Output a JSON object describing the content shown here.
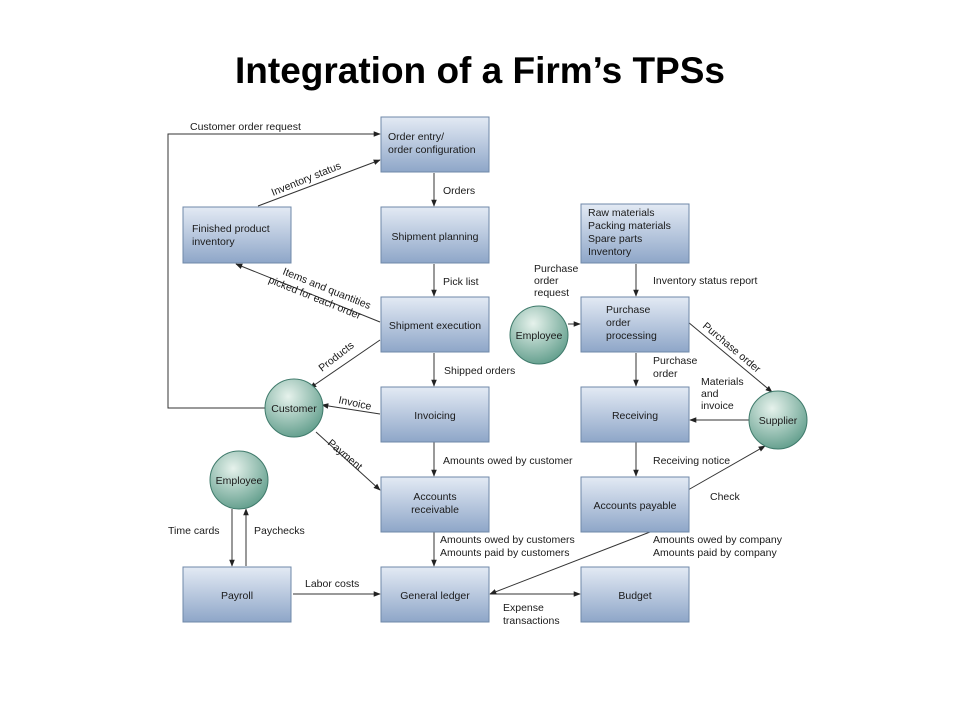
{
  "title": "Integration of a Firm’s TPSs",
  "nodes": {
    "order_entry": [
      "Order entry/",
      "order configuration"
    ],
    "finished_inventory": [
      "Finished product",
      "inventory"
    ],
    "shipment_planning": [
      "Shipment planning"
    ],
    "shipment_execution": [
      "Shipment execution"
    ],
    "invoicing": [
      "Invoicing"
    ],
    "accounts_receivable": [
      "Accounts",
      "receivable"
    ],
    "general_ledger": [
      "General ledger"
    ],
    "budget": [
      "Budget"
    ],
    "payroll": [
      "Payroll"
    ],
    "raw_materials": [
      "Raw materials",
      "Packing materials",
      "Spare parts",
      "Inventory"
    ],
    "purchase_order_processing": [
      "Purchase",
      "order",
      "processing"
    ],
    "receiving": [
      "Receiving"
    ],
    "accounts_payable": [
      "Accounts payable"
    ],
    "customer": [
      "Customer"
    ],
    "employee_top": [
      "Employee"
    ],
    "employee_bottom": [
      "Employee"
    ],
    "supplier": [
      "Supplier"
    ]
  },
  "edge_labels": {
    "customer_order_request": [
      "Customer order request"
    ],
    "inventory_status": [
      "Inventory status"
    ],
    "orders": [
      "Orders"
    ],
    "pick_list": [
      "Pick list"
    ],
    "items_and_quantities": [
      "Items and quantities",
      "picked for each order"
    ],
    "products": [
      "Products"
    ],
    "shipped_orders": [
      "Shipped orders"
    ],
    "invoice": [
      "Invoice"
    ],
    "payment": [
      "Payment"
    ],
    "amounts_owed_by_customer": [
      "Amounts owed by customer"
    ],
    "amounts_owed_paid_customers": [
      "Amounts owed by customers",
      "Amounts paid by customers"
    ],
    "labor_costs": [
      "Labor costs"
    ],
    "time_cards": [
      "Time cards"
    ],
    "paychecks": [
      "Paychecks"
    ],
    "expense_transactions": [
      "Expense",
      "transactions"
    ],
    "inventory_status_report": [
      "Inventory status report"
    ],
    "purchase_order_request": [
      "Purchase",
      "order",
      "request"
    ],
    "purchase_order_diag": [
      "Purchase order"
    ],
    "purchase_order_down": [
      "Purchase",
      "order"
    ],
    "materials_and_invoice": [
      "Materials",
      "and",
      "invoice"
    ],
    "receiving_notice": [
      "Receiving notice"
    ],
    "check": [
      "Check"
    ],
    "amounts_owed_paid_company": [
      "Amounts owed by company",
      "Amounts paid by company"
    ]
  },
  "colors": {
    "box_top": "#e3eaf4",
    "box_bottom": "#8ea6c8",
    "circle_light": "#e6f2ec",
    "circle_dark": "#5f9c8a"
  }
}
